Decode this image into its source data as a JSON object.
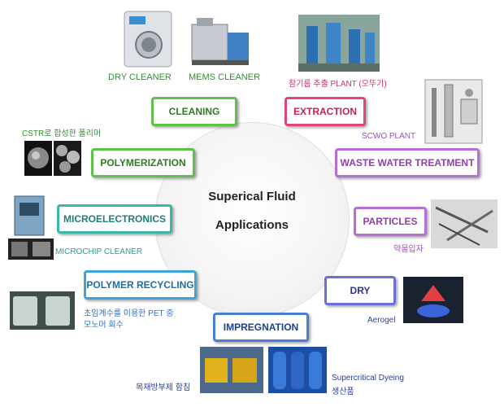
{
  "center": {
    "line1": "Superical Fluid",
    "line2": "Applications"
  },
  "nodes": {
    "cleaning": "CLEANING",
    "extraction": "EXTRACTION",
    "polymerization": "POLYMERIZATION",
    "waste_water": "WASTE WATER TREATMENT",
    "microelectronics": "MICROELECTRONICS",
    "particles": "PARTICLES",
    "polymer_recycling": "POLYMER RECYCLING",
    "dry": "DRY",
    "impregnation": "IMPREGNATION"
  },
  "captions": {
    "dry_cleaner": "DRY CLEANER",
    "mems_cleaner": "MEMS CLEANER",
    "sesame_oil": "참기름 추출 PLANT (오뚜기)",
    "scwo_plant": "SCWO PLANT",
    "cstr": "CSTR로 합성한 폴리머",
    "microchip": "MICROCHIP CLEANER",
    "drug_particles": "약물입자",
    "pet_line1": "초임계수를 이용한 PET 중",
    "pet_line2": "모노머 회수",
    "aerogel": "Aerogel",
    "wood": "목재방부제 함침",
    "dyeing_line1": "Supercritical Dyeing",
    "dyeing_line2": "생산품"
  },
  "colors": {
    "green": "#5cc24a",
    "magenta": "#e0457b",
    "purple": "#b96ed3",
    "teal": "#3ab7a9",
    "blue": "#4a7fd6",
    "navy_caption": "#2a3f9a"
  }
}
